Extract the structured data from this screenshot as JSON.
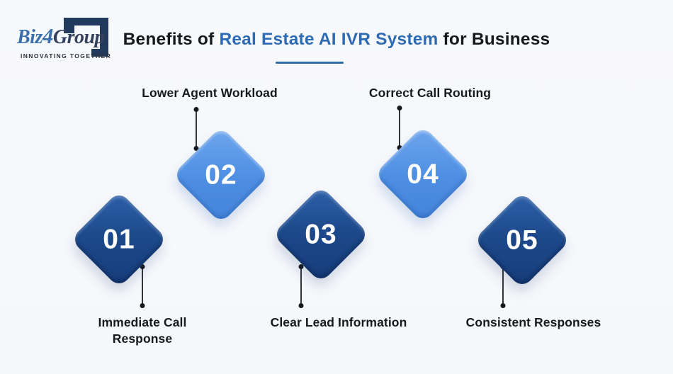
{
  "logo": {
    "brand_biz": "Biz",
    "brand_4": "4",
    "brand_group": "Group",
    "tagline": "INNOVATING TOGETHER"
  },
  "header": {
    "title_prefix": "Benefits of ",
    "title_highlight": "Real Estate AI IVR System",
    "title_suffix": " for Business",
    "highlight_color": "#2d6bb4",
    "underline_color": "#2e6ca8"
  },
  "benefits": [
    {
      "number": "01",
      "label": "Immediate Call Response",
      "variant": "dark",
      "label_position": "below"
    },
    {
      "number": "02",
      "label": "Lower Agent Workload",
      "variant": "light",
      "label_position": "above"
    },
    {
      "number": "03",
      "label": "Clear Lead Information",
      "variant": "dark",
      "label_position": "below"
    },
    {
      "number": "04",
      "label": "Correct Call Routing",
      "variant": "light",
      "label_position": "above"
    },
    {
      "number": "05",
      "label": "Consistent Responses",
      "variant": "dark",
      "label_position": "below"
    }
  ],
  "colors": {
    "background": "#f7f8fb",
    "diamond_dark": "#1d4a8c",
    "diamond_light": "#4d8ee2",
    "connector": "#17181a"
  }
}
